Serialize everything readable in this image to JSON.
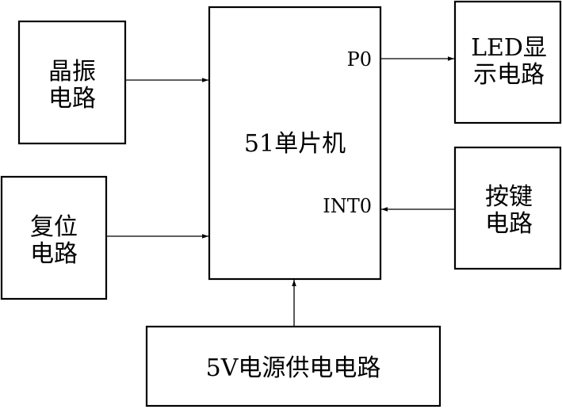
{
  "blocks": {
    "crystal": {
      "line1": "晶振",
      "line2": "电路"
    },
    "reset": {
      "line1": "复位",
      "line2": "电路"
    },
    "mcu": {
      "label": "51单片机",
      "port_p0": "P0",
      "port_int0": "INT0"
    },
    "led": {
      "line1": "LED显",
      "line2": "示电路"
    },
    "keypad": {
      "line1": "按键",
      "line2": "电路"
    },
    "power": {
      "label": "5V电源供电电路"
    }
  },
  "connections": [
    {
      "from": "crystal",
      "to": "mcu"
    },
    {
      "from": "reset",
      "to": "mcu"
    },
    {
      "from": "mcu.P0",
      "to": "led"
    },
    {
      "from": "keypad",
      "to": "mcu.INT0"
    },
    {
      "from": "power",
      "to": "mcu"
    }
  ]
}
